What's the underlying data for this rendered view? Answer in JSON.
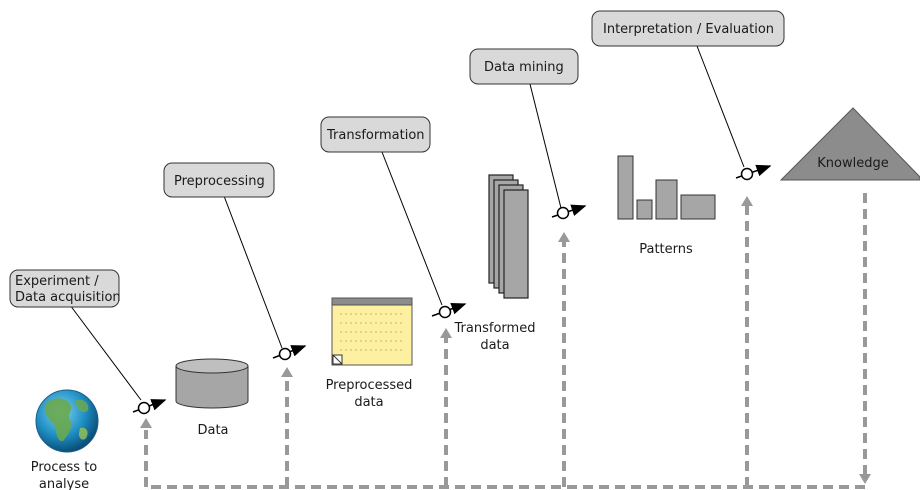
{
  "steps": {
    "experiment": {
      "line1": "Experiment /",
      "line2": "Data acquisition"
    },
    "preprocessing": "Preprocessing",
    "transformation": "Transformation",
    "data_mining": "Data mining",
    "interpretation": "Interpretation / Evaluation"
  },
  "artifacts": {
    "process": {
      "line1": "Process to",
      "line2": "analyse"
    },
    "data": "Data",
    "preprocessed": {
      "line1": "Preprocessed",
      "line2": "data"
    },
    "transformed": {
      "line1": "Transformed",
      "line2": "data"
    },
    "patterns": "Patterns",
    "knowledge": "Knowledge"
  },
  "colors": {
    "step_box": "#d9d9d9",
    "cylinder": "#a6a6a6",
    "note_yellow": "#fdf0a0",
    "feedback_arrow": "#999999",
    "knowledge_triangle": "#8c8c8c"
  }
}
